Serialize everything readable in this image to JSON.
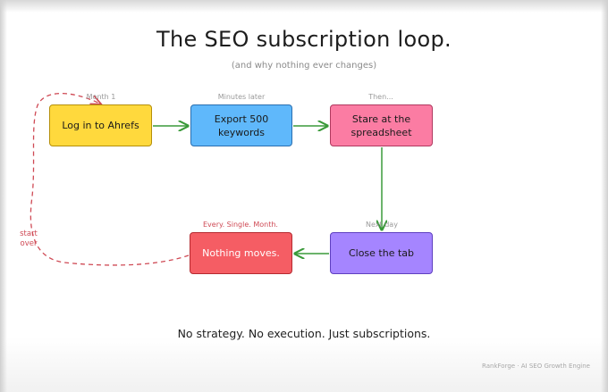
{
  "diagram": {
    "title": "The SEO subscription loop.",
    "subtitle": "(and why nothing ever changes)",
    "steps": [
      {
        "label": "Month 1",
        "text": "Log in to Ahrefs",
        "color": "#ffd93d"
      },
      {
        "label": "Minutes later",
        "text": "Export 500 keywords",
        "color": "#5fb8fb"
      },
      {
        "label": "Then...",
        "text": "Stare at the spreadsheet",
        "color": "#fb7ca3"
      },
      {
        "label": "Next day",
        "text": "Close the tab",
        "color": "#a585ff"
      },
      {
        "label": "Every. Single. Month.",
        "text": "Nothing moves.",
        "color": "#f55d64"
      }
    ],
    "loop_label": "start over",
    "tagline": "No strategy. No execution. Just subscriptions.",
    "footer": "RankForge · AI SEO Growth Engine",
    "arrow_color": "#3a9a3a",
    "loop_color": "#cf4a55"
  }
}
